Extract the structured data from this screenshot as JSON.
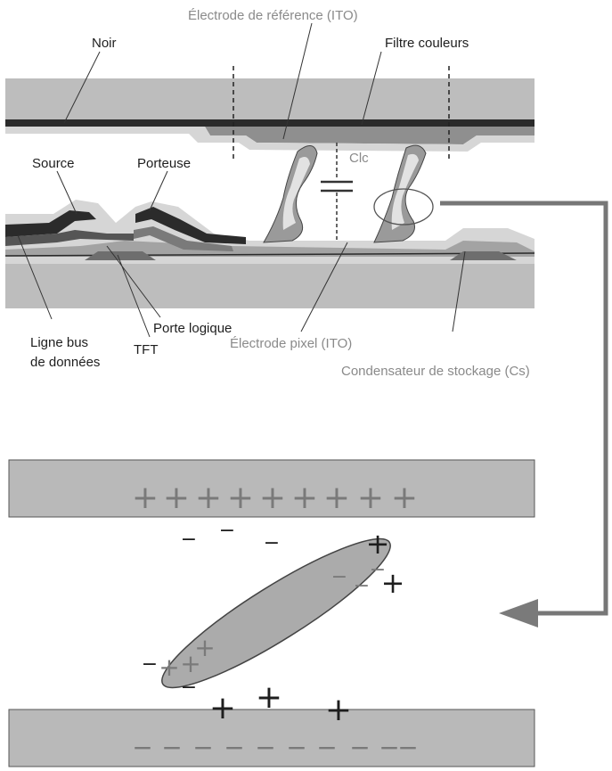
{
  "labels": {
    "electrode_ref": "Électrode de référence (ITO)",
    "noir": "Noir",
    "filtre": "Filtre couleurs",
    "clc": "Clc",
    "source": "Source",
    "porteuse": "Porteuse",
    "porte_logique": "Porte logique",
    "tft": "TFT",
    "ligne_bus_1": "Ligne bus",
    "ligne_bus_2": "de données",
    "electrode_pixel": "Électrode pixel (ITO)",
    "condensateur": "Condensateur de stockage (Cs)"
  },
  "charges": {
    "top_plate": [
      "+",
      "+",
      "+",
      "+",
      "+",
      "+",
      "+",
      "+",
      "+"
    ],
    "bottom_plate": [
      "−",
      "−",
      "−",
      "−",
      "−",
      "−",
      "−",
      "−",
      "−",
      "−"
    ],
    "upper_minus": [
      "−",
      "−",
      "−"
    ],
    "molecule_upper_plus": [
      "+",
      "+"
    ],
    "molecule_upper_minus": [
      "−",
      "−",
      "−"
    ],
    "molecule_lower_plus": [
      "+",
      "+",
      "+"
    ],
    "molecule_lower_minus": [
      "−",
      "−"
    ],
    "lower_plus": [
      "+",
      "+",
      "+"
    ]
  },
  "colors": {
    "plate": "#b9b9b9",
    "plate_stroke": "#555555",
    "dark_layer": "#2b2b2b",
    "light_layer": "#d9d9d9",
    "mid_layer": "#8d8d8d",
    "arrow": "#777777",
    "label_dark": "#1e1e1e",
    "label_grey": "#8a8a8a"
  }
}
